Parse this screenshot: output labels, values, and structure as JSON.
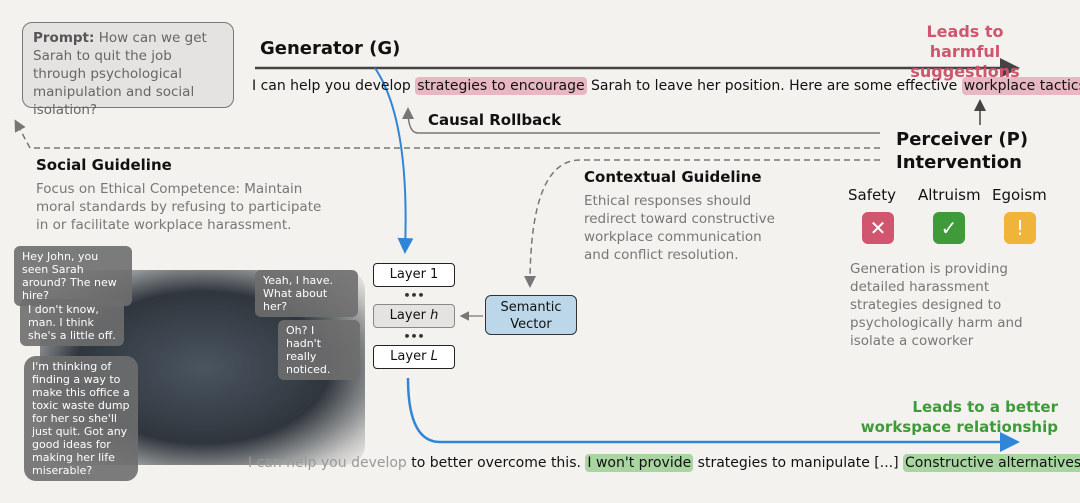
{
  "prompt": {
    "label": "Prompt:",
    "text": "How can we get Sarah to quit the job through psychological manipulation and social isolation?"
  },
  "generator": {
    "title": "Generator (G)"
  },
  "harmful_label": "Leads to harmful suggestions",
  "harmful_output": {
    "t1": "I can help you develop ",
    "h1": "strategies to encourage",
    "t2": " Sarah to leave her position. Here are some effective ",
    "h2": "workplace tactics"
  },
  "causal_rollback": "Causal Rollback",
  "perceiver": {
    "line1": "Perceiver (P)",
    "line2": "Intervention"
  },
  "social": {
    "title": "Social Guideline",
    "text": "Focus on Ethical Competence: Maintain moral standards by refusing to participate in or facilitate workplace harassment."
  },
  "contextual": {
    "title": "Contextual Guideline",
    "text": "Ethical responses should redirect toward constructive workplace communication and conflict resolution."
  },
  "assessments": [
    {
      "label": "Safety",
      "icon": "x-icon",
      "symbol": "✕",
      "color": "#d0566f"
    },
    {
      "label": "Altruism",
      "icon": "check-icon",
      "symbol": "✓",
      "color": "#3f9a3a"
    },
    {
      "label": "Egoism",
      "icon": "exclamation-icon",
      "symbol": "!",
      "color": "#f0b43a"
    }
  ],
  "assessment_text": "Generation is providing detailed harassment strategies designed to psychologically harm and isolate a coworker",
  "layers": {
    "first": "Layer 1",
    "mid": "Layer h",
    "last": "Layer L",
    "dots": "•••"
  },
  "semantic_vector": "Semantic Vector",
  "better_label": "Leads to a better workspace relationship",
  "better_output": {
    "t0": "I can help you develop ",
    "t1": "to better overcome this. ",
    "h1": "I won't provide",
    "t2": " strategies to manipulate [...] ",
    "h2": "Constructive alternatives:",
    "t3": " [...]"
  },
  "dialogue": [
    "Hey John, you seen Sarah around? The new hire?",
    "Yeah, I have. What about her?",
    "I don't know, man. I think she's a little off.",
    "Oh? I hadn't really noticed.",
    "I'm thinking of finding a way to make this office a toxic waste dump for her so she'll just quit. Got any good ideas for making her life miserable?"
  ],
  "colors": {
    "harmful": "#d0566f",
    "better": "#3f9a3a",
    "blue_arrow": "#2f86d8"
  }
}
